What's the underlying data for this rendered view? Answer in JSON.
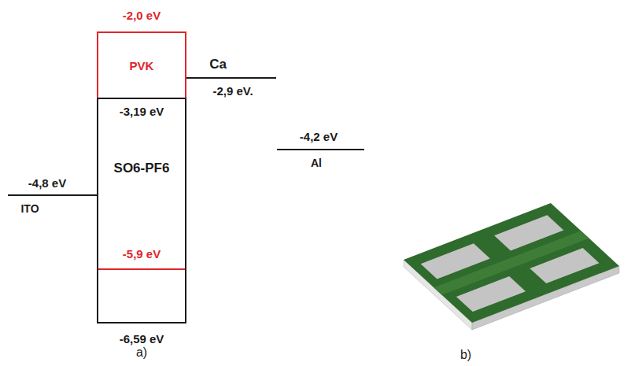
{
  "diagram": {
    "nodes": [
      {
        "text": [
          "-2,0 eV",
          "PVK"
        ]
      },
      {
        "text": [
          "-3,19 eV",
          "SO6-PF6",
          "-6,59 eV"
        ]
      }
    ],
    "labels": [
      "-5,9 eV",
      "-4,8 eV",
      "ITO",
      "Ca",
      "-2,9 eV.",
      "-4,2 eV",
      "Al",
      "a)",
      "b)"
    ]
  }
}
